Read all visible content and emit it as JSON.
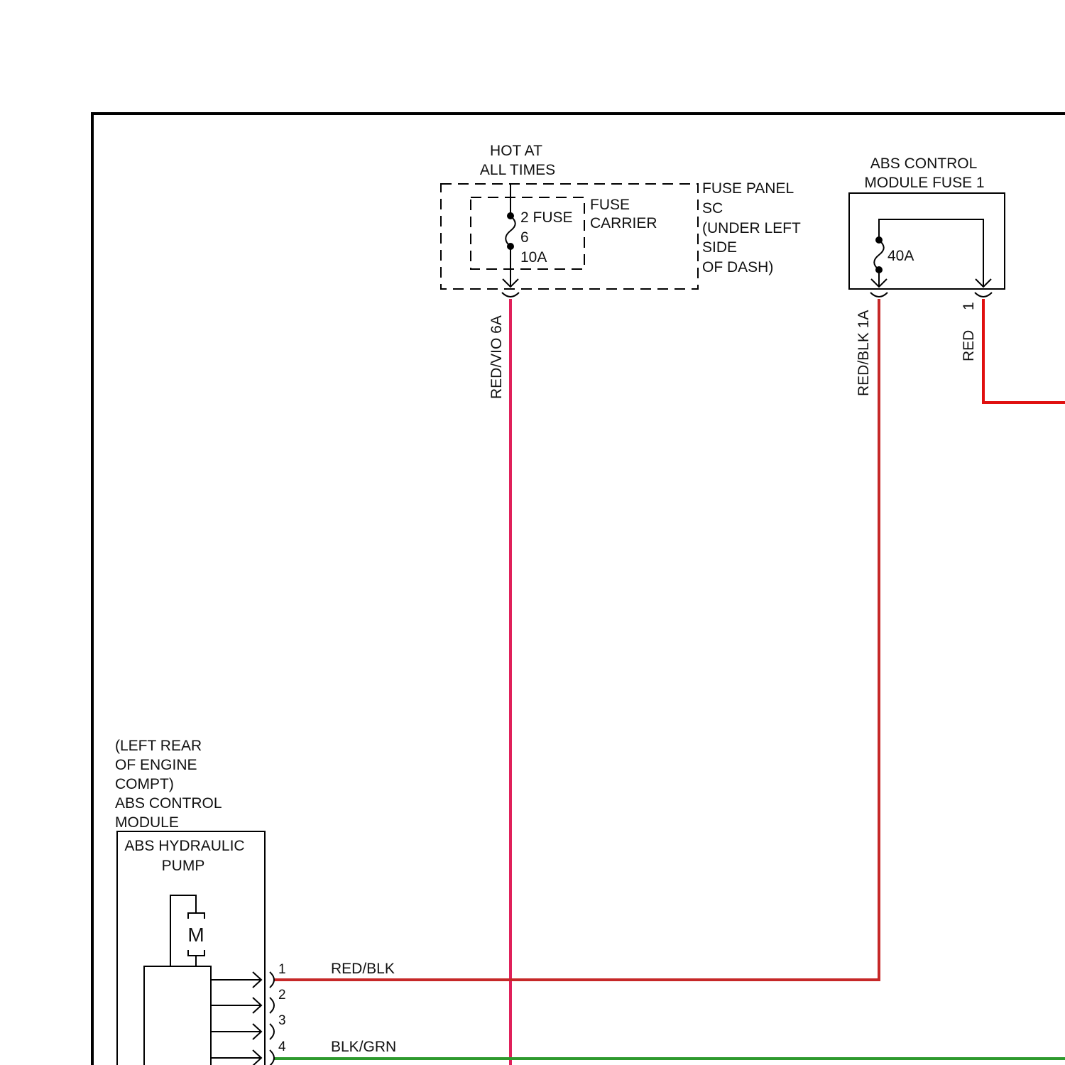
{
  "colors": {
    "frame": "#000000",
    "wire_red_vio": "#e0205a",
    "wire_red_blk": "#c62828",
    "wire_red": "#e01010",
    "wire_blk_grn": "#2e9a2e"
  },
  "hot_at_all_times": [
    "HOT AT",
    "ALL TIMES"
  ],
  "fuse_panel": {
    "label": [
      "FUSE PANEL",
      "SC",
      "(UNDER LEFT",
      "SIDE",
      "OF DASH)"
    ],
    "carrier_label": [
      "FUSE",
      "CARRIER"
    ],
    "fuse_label": [
      "2 FUSE",
      "6",
      "10A"
    ],
    "output_wire": "RED/VIO  6A"
  },
  "abs_fuse": {
    "title": [
      "ABS CONTROL",
      "MODULE FUSE 1"
    ],
    "rating": "40A",
    "left_wire": "RED/BLK 1A",
    "right_wire": "RED",
    "right_pin": "1"
  },
  "abs_module": {
    "location_and_name": [
      "(LEFT REAR",
      "OF ENGINE",
      "COMPT)",
      "ABS CONTROL",
      "MODULE"
    ],
    "pump_label": [
      "ABS HYDRAULIC",
      "PUMP"
    ],
    "motor_symbol": "M",
    "pins": [
      {
        "number": "1",
        "wire": "RED/BLK"
      },
      {
        "number": "2",
        "wire": ""
      },
      {
        "number": "3",
        "wire": ""
      },
      {
        "number": "4",
        "wire": "BLK/GRN"
      }
    ]
  }
}
